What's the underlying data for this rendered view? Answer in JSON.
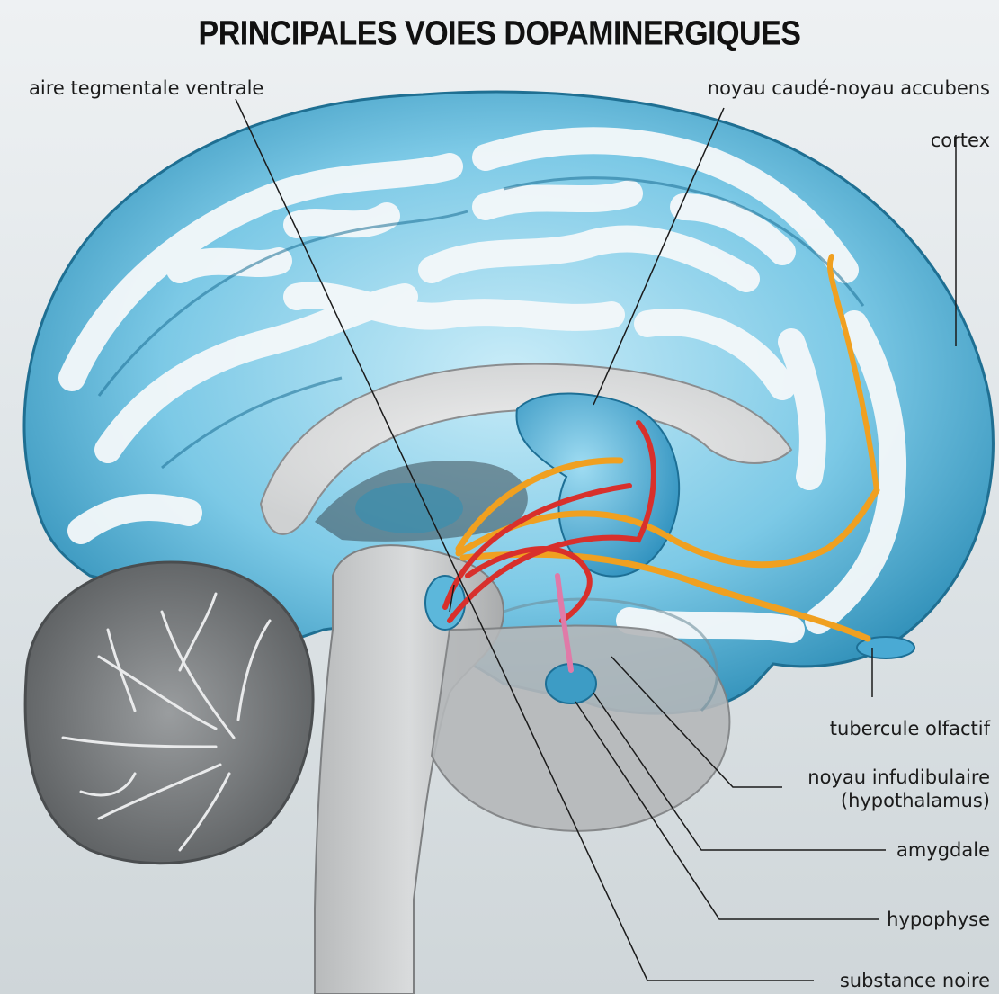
{
  "title": "PRINCIPALES VOIES DOPAMINERGIQUES",
  "labels": {
    "aire_tegmentale_ventrale": "aire tegmentale ventrale",
    "noyau_caude_accubens": "noyau caudé-noyau accubens",
    "cortex": "cortex",
    "tubercule_olfactif": "tubercule olfactif",
    "noyau_infudibulaire_1": "noyau infudibulaire",
    "noyau_infudibulaire_2": "(hypothalamus)",
    "amygdale": "amygdale",
    "hypophyse": "hypophyse",
    "substance_noire": "substance noire"
  },
  "colors": {
    "cortex_blue": "#5fb9dc",
    "gyri_white": "#f4f8fa",
    "pathway_orange": "#f0a020",
    "pathway_red": "#d8302c",
    "pathway_pink": "#e07aa8",
    "cerebellum_gray": "#8c8f91",
    "stem_gray": "#c9cbcc"
  }
}
